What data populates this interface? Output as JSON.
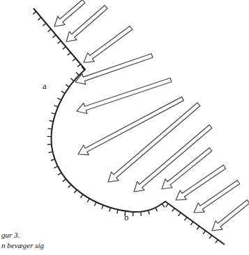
{
  "diagram": {
    "labels": [
      "a",
      "b",
      "gur 3.",
      "n bevæger sig"
    ]
  }
}
